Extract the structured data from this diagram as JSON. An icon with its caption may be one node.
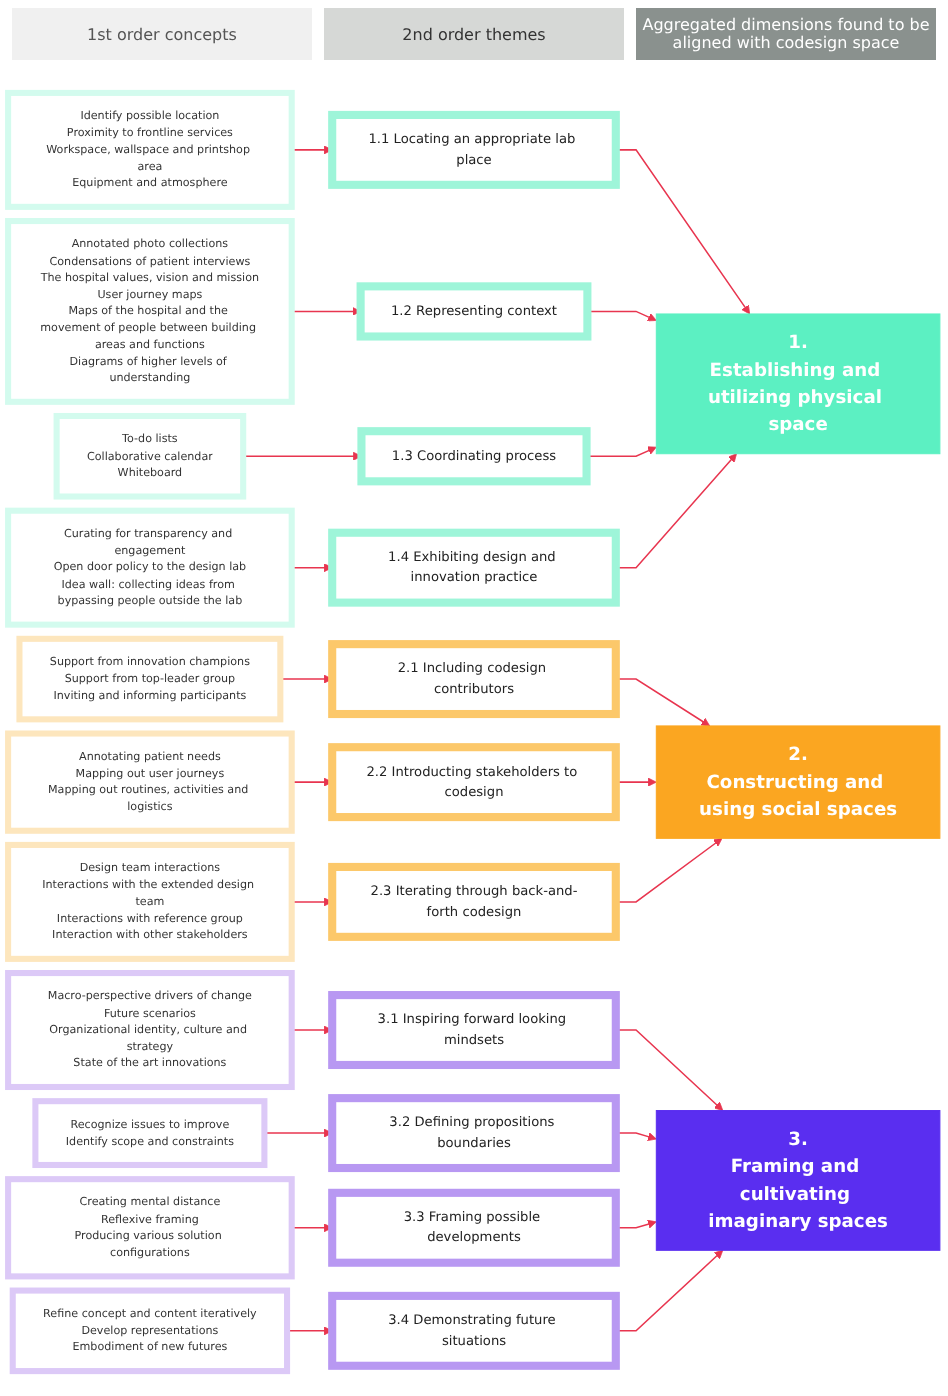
{
  "diagram": {
    "nodes": [
      {
        "text": [
          "Identify possible location",
          "Proximity to frontline services",
          "Workspace, wallspace and printshop area",
          "Equipment and atmosphere"
        ]
      },
      {
        "text": [
          "1.1 Locating an appropriate lab place"
        ]
      },
      {
        "text": [
          "Annotated photo collections",
          "Condensations of patient interviews",
          "The hospital values, vision and mission",
          "User journey maps",
          "Maps of the hospital and the movement of people between building areas and functions",
          "Diagrams of higher levels of understanding"
        ]
      },
      {
        "text": [
          "1.2 Representing context"
        ]
      },
      {
        "text": [
          "1.",
          "Establishing and utilizing physical space"
        ]
      },
      {
        "text": [
          "To-do lists",
          "Collaborative calendar",
          "Whiteboard"
        ]
      },
      {
        "text": [
          "1.3 Coordinating process"
        ]
      },
      {
        "text": [
          "Curating for transparency and engagement",
          "Open door policy to the design lab",
          "Idea wall: collecting ideas from bypassing people outside the lab"
        ]
      },
      {
        "text": [
          "1.4 Exhibiting design and innovation practice"
        ]
      },
      {
        "text": [
          "Support from innovation champions",
          "Support from top-leader group",
          "Inviting and informing participants"
        ]
      },
      {
        "text": [
          "2.1 Including codesign contributors"
        ]
      },
      {
        "text": [
          "Annotating patient needs",
          "Mapping out user journeys",
          "Mapping out routines, activities and logistics"
        ]
      },
      {
        "text": [
          "2.2 Introducting stakeholders to codesign"
        ]
      },
      {
        "text": [
          "2.",
          "Constructing and using social spaces"
        ]
      },
      {
        "text": [
          "Design team interactions",
          "Interactions with the extended design team",
          "Interactions with reference group",
          "Interaction with other stakeholders"
        ]
      },
      {
        "text": [
          "2.3 Iterating through back-and-forth codesign"
        ]
      },
      {
        "text": [
          "Macro-perspective drivers of change",
          "Future scenarios",
          "Organizational identity, culture and strategy",
          "State of the art innovations"
        ]
      },
      {
        "text": [
          "3.1 Inspiring forward looking mindsets"
        ]
      },
      {
        "text": [
          "Recognize issues to improve",
          "Identify scope and constraints"
        ]
      },
      {
        "text": [
          "3.2 Defining propositions boundaries"
        ]
      },
      {
        "text": [
          "3.",
          "Framing and cultivating imaginary spaces"
        ]
      },
      {
        "text": [
          "Creating mental distance",
          "Reflexive framing",
          "Producing various solution configurations"
        ]
      },
      {
        "text": [
          "3.3 Framing possible developments"
        ]
      },
      {
        "text": [
          "Refine concept and content iteratively",
          "Develop representations",
          "Embodiment of new futures"
        ]
      },
      {
        "text": [
          "3.4 Demonstrating future situations"
        ]
      }
    ],
    "edges": [
      {
        "from": 0,
        "to": 1,
        "arrow": "to"
      },
      {
        "from": 2,
        "to": 3,
        "arrow": "to"
      },
      {
        "from": 5,
        "to": 6,
        "arrow": "to"
      },
      {
        "from": 7,
        "to": 8,
        "arrow": "to"
      },
      {
        "from": 9,
        "to": 10,
        "arrow": "to"
      },
      {
        "from": 11,
        "to": 12,
        "arrow": "to"
      },
      {
        "from": 14,
        "to": 15,
        "arrow": "to"
      },
      {
        "from": 16,
        "to": 17,
        "arrow": "to"
      },
      {
        "from": 18,
        "to": 19,
        "arrow": "to"
      },
      {
        "from": 21,
        "to": 22,
        "arrow": "to"
      },
      {
        "from": 23,
        "to": 24,
        "arrow": "to"
      },
      {
        "from": 1,
        "to": 4,
        "arrow": "to"
      },
      {
        "from": 3,
        "to": 4,
        "arrow": "to"
      },
      {
        "from": 6,
        "to": 4,
        "arrow": "to"
      },
      {
        "from": 8,
        "to": 4,
        "arrow": "to"
      },
      {
        "from": 10,
        "to": 13,
        "arrow": "to"
      },
      {
        "from": 12,
        "to": 13,
        "arrow": "to"
      },
      {
        "from": 15,
        "to": 13,
        "arrow": "to"
      },
      {
        "from": 17,
        "to": 20,
        "arrow": "to"
      },
      {
        "from": 19,
        "to": 20,
        "arrow": "to"
      },
      {
        "from": 22,
        "to": 20,
        "arrow": "to"
      },
      {
        "from": 24,
        "to": 20,
        "arrow": "to"
      }
    ],
    "labels": [
      "1st order concepts",
      "2nd order themes",
      "Aggregated dimensions found to be aligned with codesign space"
    ]
  }
}
